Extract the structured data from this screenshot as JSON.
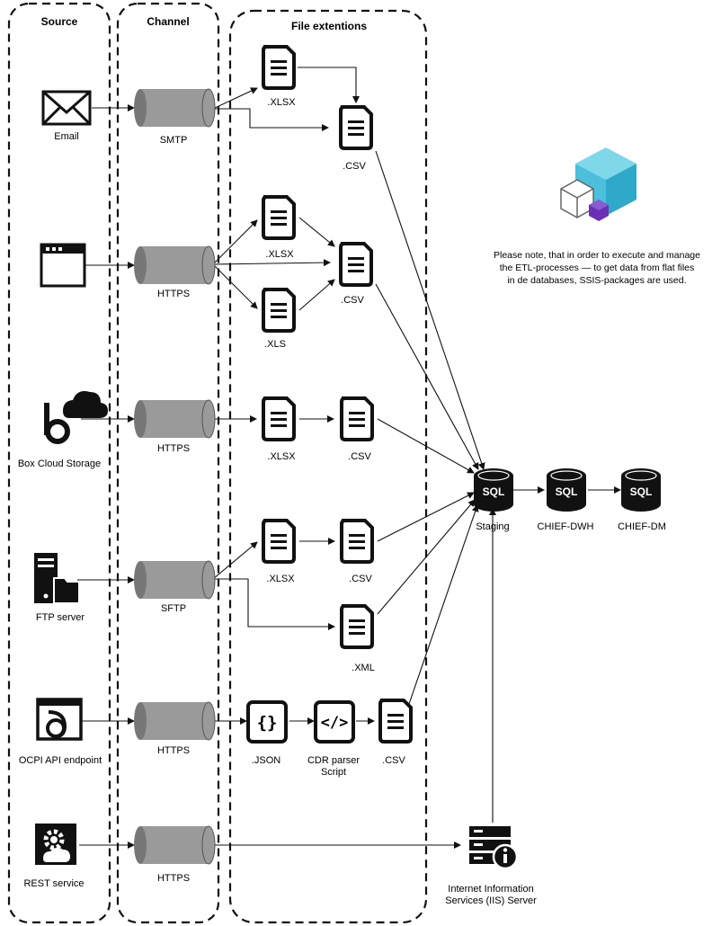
{
  "lanes": {
    "source": "Source",
    "channel": "Channel",
    "files": "File extentions"
  },
  "sources": [
    {
      "label": "Email",
      "icon": "envelope-icon"
    },
    {
      "label": "",
      "icon": "browser-window-icon"
    },
    {
      "label": "Box Cloud Storage",
      "icon": "box-cloud-icon"
    },
    {
      "label": "FTP server",
      "icon": "ftp-server-icon"
    },
    {
      "label": "OCPI API endpoint",
      "icon": "api-endpoint-icon"
    },
    {
      "label": "REST service",
      "icon": "gear-cloud-icon"
    }
  ],
  "channels": [
    "SMTP",
    "HTTPS",
    "HTTPS",
    "SFTP",
    "HTTPS",
    "HTTPS"
  ],
  "files": {
    "email_xlsx": ".XLSX",
    "email_csv": ".CSV",
    "web_xlsx": ".XLSX",
    "web_xls": ".XLS",
    "web_csv": ".CSV",
    "box_xlsx": ".XLSX",
    "box_csv": ".CSV",
    "ftp_xlsx": ".XLSX",
    "ftp_csv": ".CSV",
    "ftp_xml": ".XML",
    "api_json": ".JSON",
    "api_parser": [
      "CDR parser",
      "Script"
    ],
    "api_csv": ".CSV"
  },
  "databases": {
    "staging": "Staging",
    "dwh": "CHIEF-DWH",
    "dm": "CHIEF-DM",
    "sql_text": "SQL"
  },
  "iis": [
    "Internet Information",
    "Services (IIS) Server"
  ],
  "note": [
    "Please note, that in order to execute and manage",
    "the ETL-processes — to get data from flat files",
    "in de databases, SSIS-packages are used."
  ],
  "colors": {
    "stroke": "#111111",
    "cylinder": "#9a9a9a",
    "cube_top": "#7fd7ea",
    "cube_side": "#2fa9c9",
    "cube_front": "#4bbfdc",
    "purple": "#6a2fb5"
  }
}
